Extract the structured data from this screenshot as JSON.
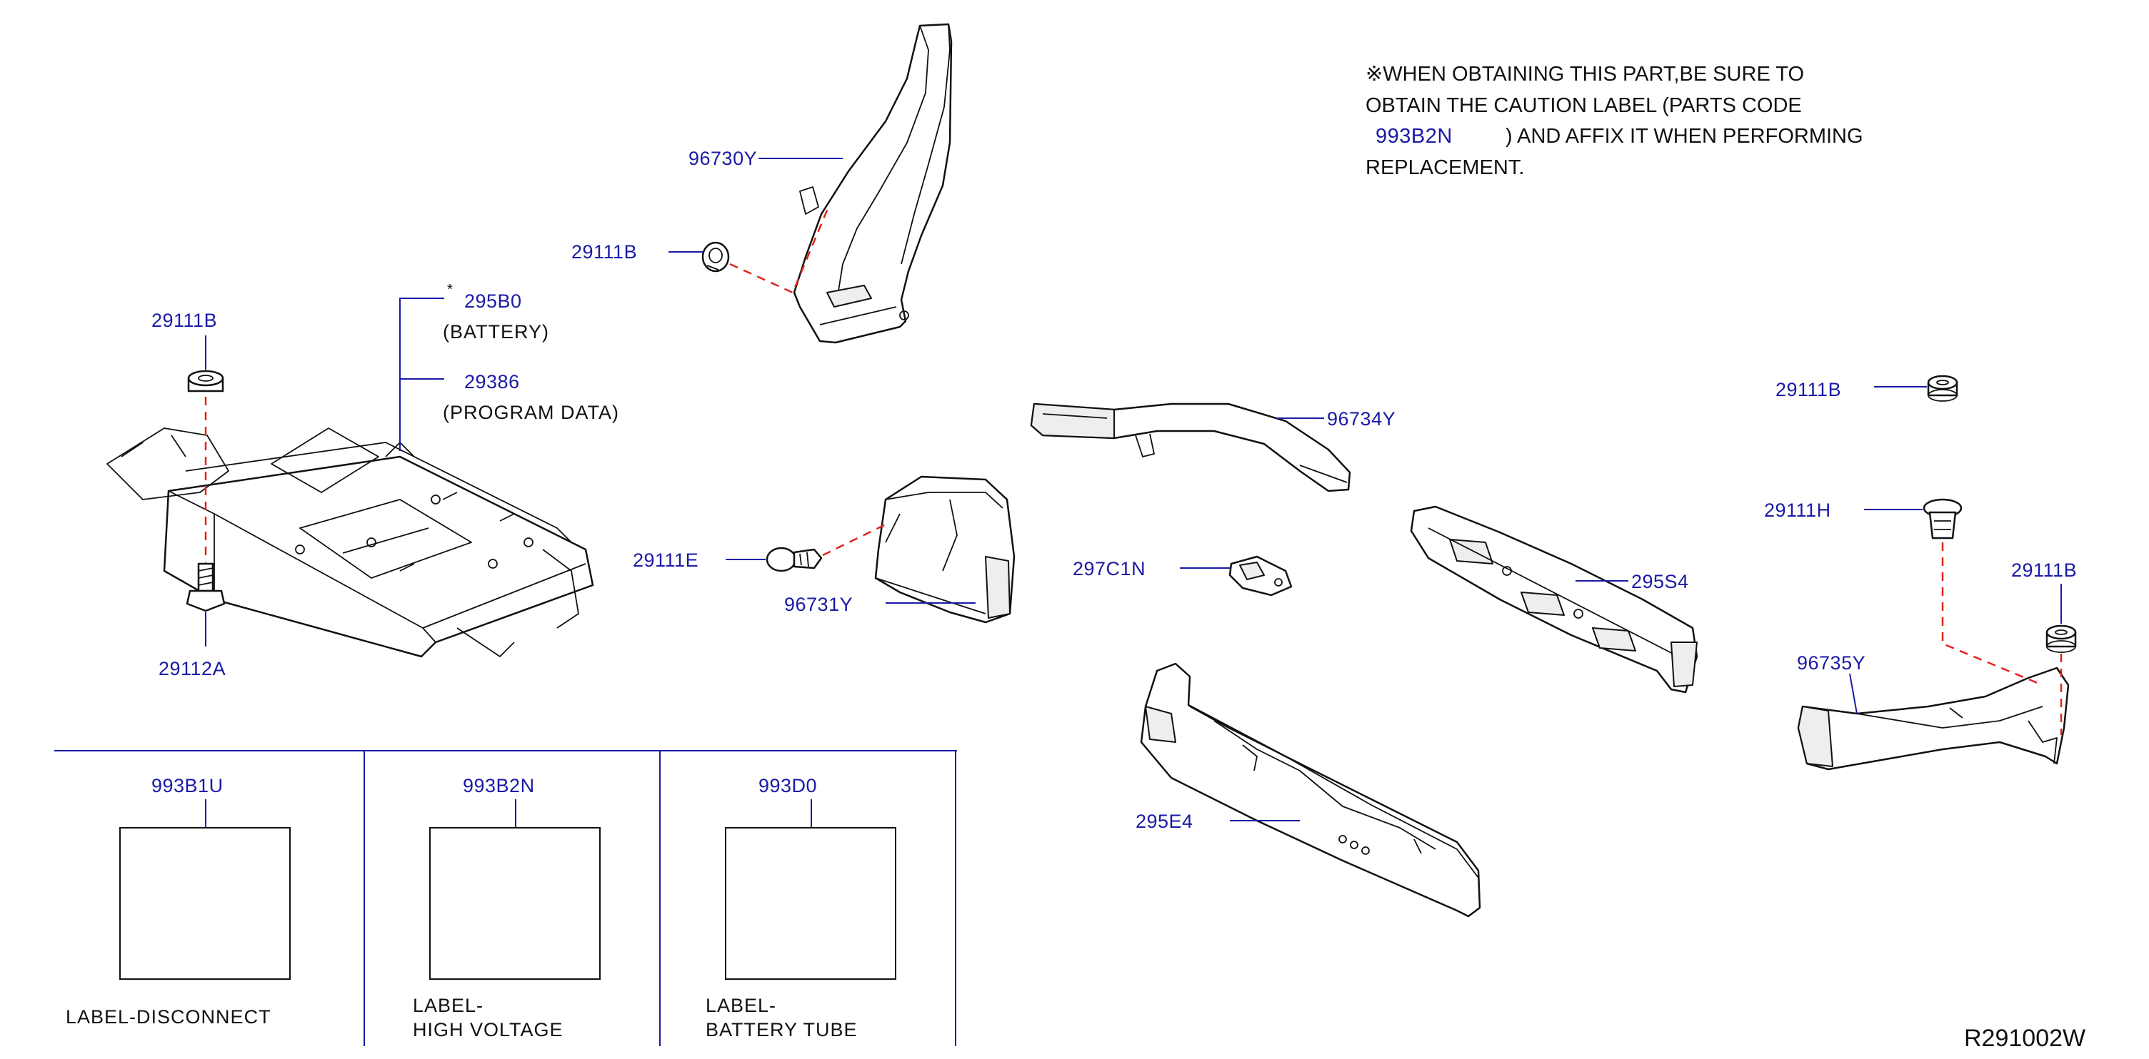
{
  "note": {
    "line1": "※WHEN  OBTAINING  THIS  PART,BE  SURE  TO",
    "line2": "OBTAIN  THE  CAUTION  LABEL  (PARTS  CODE",
    "code": "993B2N",
    "line3": ")  AND  AFFIX  IT  WHEN  PERFORMING",
    "line4": "REPLACEMENT."
  },
  "callouts": {
    "p96730Y": "96730Y",
    "p29111B_top": "29111B",
    "p295B0_star": "*",
    "p295B0": "295B0",
    "p295B0_desc": "(BATTERY)",
    "p29386": "29386",
    "p29386_desc": "(PROGRAM   DATA)",
    "p29111B_left": "29111B",
    "p29112A": "29112A",
    "p29111E": "29111E",
    "p96731Y": "96731Y",
    "p96734Y": "96734Y",
    "p297C1N": "297C1N",
    "p295S4": "295S4",
    "p295E4": "295E4",
    "p29111B_right": "29111B",
    "p29111H": "29111H",
    "p29111B_far": "29111B",
    "p96735Y": "96735Y"
  },
  "labels": [
    {
      "code": "993B1U",
      "desc1": "LABEL-DISCONNECT",
      "desc2": ""
    },
    {
      "code": "993B2N",
      "desc1": "LABEL-",
      "desc2": "HIGH    VOLTAGE"
    },
    {
      "code": "993D0",
      "desc1": "LABEL-",
      "desc2": "BATTERY   TUBE"
    }
  ],
  "reference": "R291002W",
  "colors": {
    "part_number": "#1a1aa6",
    "assembly_dash": "#e0241b",
    "line": "#111111"
  }
}
